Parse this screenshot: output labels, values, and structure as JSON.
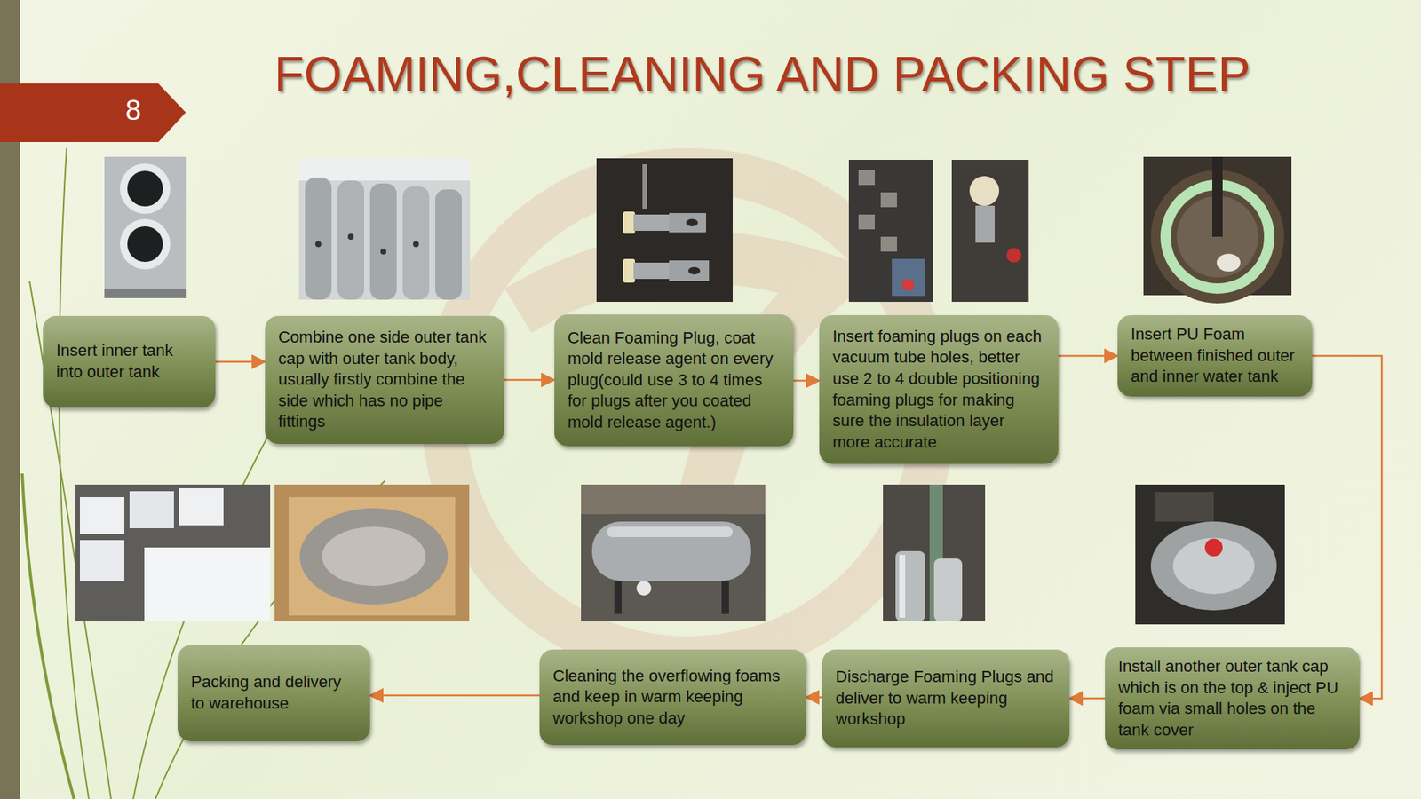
{
  "diagram": {
    "title": "FOAMING,CLEANING AND PACKING STEP",
    "nodes": [
      {
        "text": [
          "Insert inner tank into outer tank"
        ]
      },
      {
        "text": [
          "Combine one side outer tank cap with outer tank body, usually firstly combine the side which has no pipe fittings"
        ]
      },
      {
        "text": [
          "Clean Foaming Plug, coat mold release agent on every plug(could use 3 to 4 times for plugs after you coated mold release agent.)"
        ]
      },
      {
        "text": [
          "Insert foaming plugs on each vacuum tube holes, better use 2 to 4 double positioning foaming plugs for making sure the insulation layer more accurate"
        ]
      },
      {
        "text": [
          "Insert PU Foam between finished outer and inner water tank"
        ]
      },
      {
        "text": [
          "Install another outer tank cap which is on the top & inject PU foam via small holes on the tank cover"
        ]
      },
      {
        "text": [
          "Discharge Foaming Plugs and deliver to warm keeping workshop"
        ]
      },
      {
        "text": [
          "Cleaning the overflowing foams and keep in warm keeping workshop one day"
        ]
      },
      {
        "text": [
          "Packing and delivery to warehouse"
        ]
      }
    ],
    "edges": [
      {
        "from": 0,
        "to": 1,
        "arrow": "to"
      },
      {
        "from": 1,
        "to": 2,
        "arrow": "to"
      },
      {
        "from": 2,
        "to": 3,
        "arrow": "to"
      },
      {
        "from": 3,
        "to": 4,
        "arrow": "to"
      },
      {
        "from": 4,
        "to": 5,
        "arrow": "to"
      },
      {
        "from": 5,
        "to": 6,
        "arrow": "to"
      },
      {
        "from": 6,
        "to": 7,
        "arrow": "to"
      },
      {
        "from": 7,
        "to": 8,
        "arrow": "to"
      }
    ],
    "labels": [
      "8"
    ]
  }
}
